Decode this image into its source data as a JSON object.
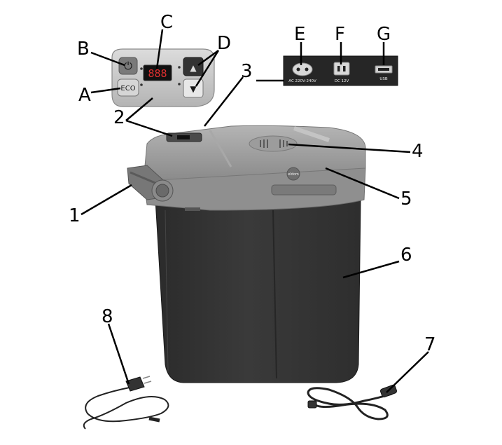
{
  "callouts": {
    "A": "A",
    "B": "B",
    "C": "C",
    "D": "D",
    "E": "E",
    "F": "F",
    "G": "G",
    "n1": "1",
    "n2": "2",
    "n3": "3",
    "n4": "4",
    "n5": "5",
    "n6": "6",
    "n7": "7",
    "n8": "8"
  },
  "control_panel": {
    "display": "888",
    "eco_label": "ECO",
    "power_symbol": "⏻",
    "up_symbol": "▲",
    "down_symbol": "▼"
  },
  "socket_panel": {
    "ac_label": "AC 220V-240V",
    "dc_label": "DC 12V",
    "usb_label": "USB"
  },
  "brand": "eldom",
  "colors": {
    "body": "#333333",
    "lid": "#9a9a9a",
    "panel": "#c8c8c8",
    "socket_panel": "#2a2a2a"
  }
}
